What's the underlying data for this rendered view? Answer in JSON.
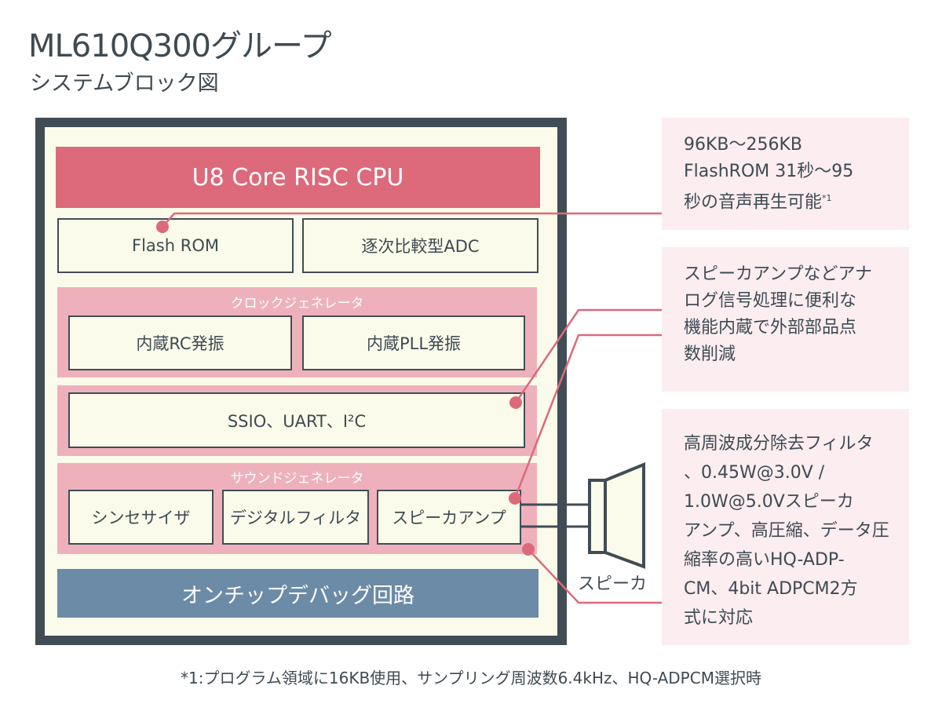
{
  "title": "ML610Q300グループ",
  "subtitle": "システムブロック図",
  "cpu": "U8 Core RISC CPU",
  "flash": "Flash ROM",
  "adc": "逐次比較型ADC",
  "clock": {
    "label": "クロックジェネレータ",
    "rc": "内蔵RC発振",
    "pll": "内蔵PLL発振"
  },
  "serial": "SSIO、UART、I²C",
  "sound": {
    "label": "サウンドジェネレータ",
    "synth": "シンセサイザ",
    "filter": "デジタルフィルタ",
    "amp": "スピーカアンプ"
  },
  "debug": "オンチップデバッグ回路",
  "speaker": "スピーカ",
  "notes": {
    "n1": [
      "96KB～256KB",
      "FlashROM 31秒～95",
      "秒の音声再生可能"
    ],
    "n1_sup": "*1",
    "n2": [
      "スピーカアンプなどアナ",
      "ログ信号処理に便利な",
      "機能内蔵で外部部品点",
      "数削減"
    ],
    "n3": [
      "高周波成分除去フィルタ",
      "、0.45W@3.0V /",
      "1.0W@5.0Vスピーカ",
      "アンプ、高圧縮、データ圧",
      "縮率の高いHQ-ADP-",
      "CM、4bit ADPCM2方",
      "式に対応"
    ]
  },
  "footnote": "*1:プログラム領域に16KB使用、サンプリング周波数6.4kHz、HQ-ADPCM選択時",
  "colors": {
    "frame": "#414d55",
    "cpu": "#dc6a7b",
    "pink": "#eeb1bc",
    "debug": "#6b8ba7",
    "note": "#fbedf0",
    "cream": "#fafbea"
  }
}
